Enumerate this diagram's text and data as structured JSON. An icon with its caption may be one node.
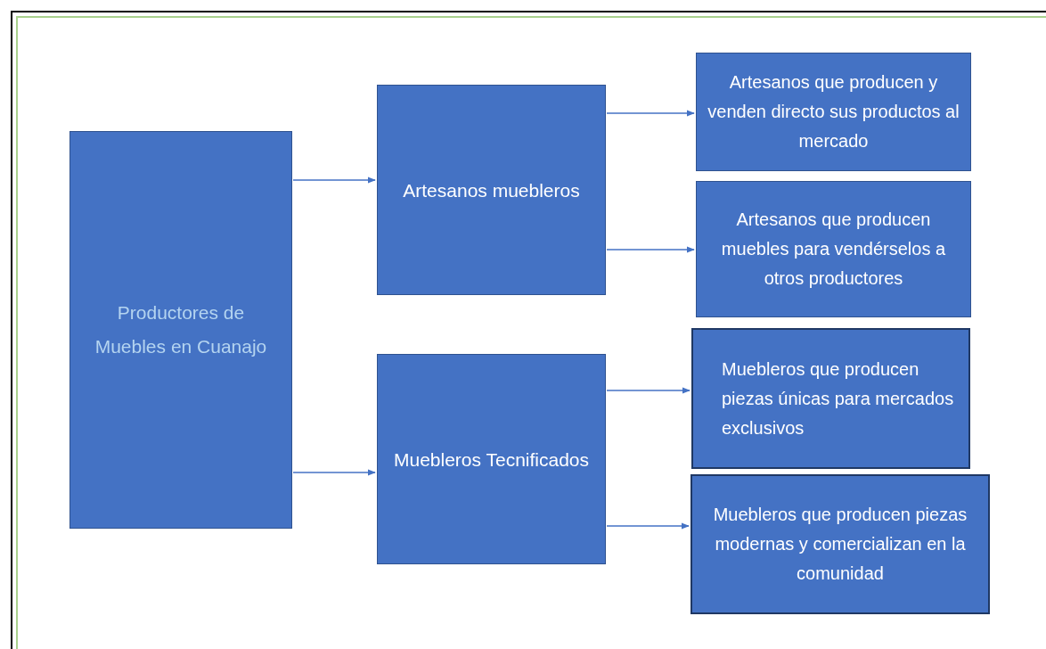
{
  "diagram": {
    "nodes": [
      {
        "text": [
          "Productores de Muebles en Cuanajo"
        ]
      },
      {
        "text": [
          "Artesanos muebleros"
        ]
      },
      {
        "text": [
          "Muebleros Tecnificados"
        ]
      },
      {
        "text": [
          "Artesanos que producen y venden directo sus productos al mercado"
        ]
      },
      {
        "text": [
          "Artesanos que producen muebles para vendérselos a otros productores"
        ]
      },
      {
        "text": [
          "Muebleros que producen piezas únicas para mercados exclusivos"
        ]
      },
      {
        "text": [
          "Muebleros que producen piezas modernas y comercializan en la comunidad"
        ]
      }
    ],
    "edges": [
      {
        "from": 0,
        "to": 1,
        "arrow": "to"
      },
      {
        "from": 0,
        "to": 2,
        "arrow": "to"
      },
      {
        "from": 1,
        "to": 3,
        "arrow": "to"
      },
      {
        "from": 1,
        "to": 4,
        "arrow": "to"
      },
      {
        "from": 2,
        "to": 5,
        "arrow": "to"
      },
      {
        "from": 2,
        "to": 6,
        "arrow": "to"
      }
    ]
  }
}
